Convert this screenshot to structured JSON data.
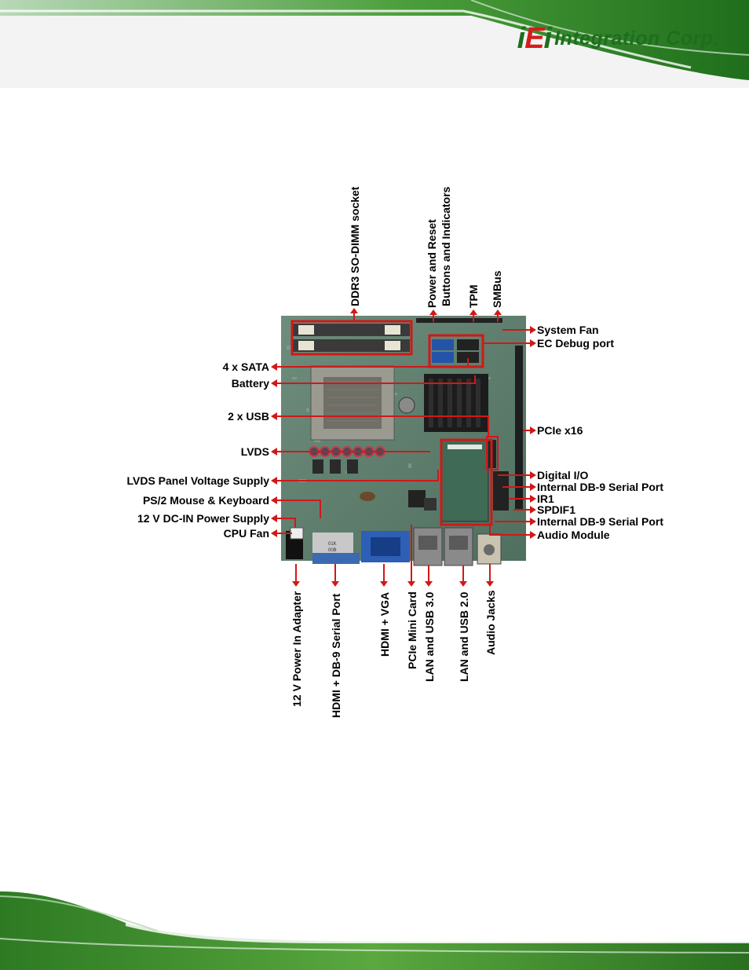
{
  "brand": {
    "logo_mark_1": "i",
    "logo_mark_2": "E",
    "logo_mark_3": "i",
    "logo_text": "Integration Corp."
  },
  "callouts": {
    "top": [
      "DDR3 SO-DIMM socket",
      "Power and Reset",
      "Buttons and Indicators",
      "TPM",
      "SMBus"
    ],
    "left": [
      "4 x SATA",
      "Battery",
      "2 x USB",
      "LVDS",
      "LVDS Panel Voltage Supply",
      "PS/2 Mouse & Keyboard",
      "12 V DC-IN Power Supply",
      "CPU Fan"
    ],
    "right": [
      "System Fan",
      "EC Debug port",
      "PCIe x16",
      "Digital I/O",
      "Internal DB-9 Serial Port",
      "IR1",
      "SPDIF1",
      "Internal DB-9 Serial Port",
      "Audio  Module"
    ],
    "bottom": [
      "12 V Power In Adapter",
      "HDMI + DB-9 Serial Port",
      "HDMI + VGA",
      "PCIe Mini Card",
      "LAN and USB 3.0",
      "LAN and USB 2.0",
      "Audio Jacks"
    ]
  },
  "board_text": {
    "ram_label_1": "01K",
    "ram_label_2": "00B"
  }
}
